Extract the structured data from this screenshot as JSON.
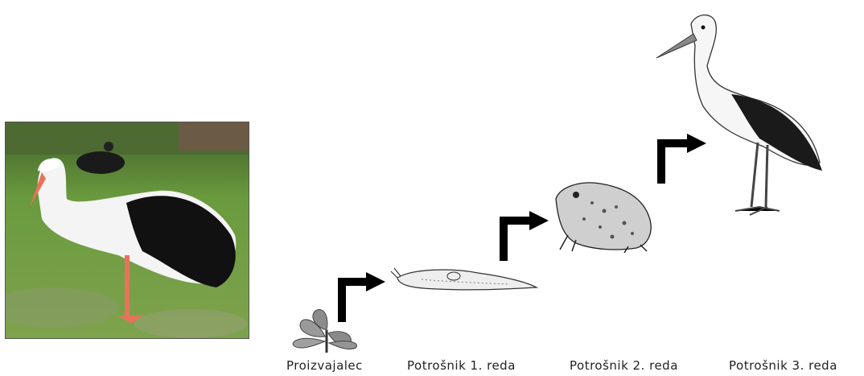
{
  "food_chain": {
    "labels": {
      "producer": "Proizvajalec",
      "consumer_1": "Potrošnik 1. reda",
      "consumer_2": "Potrošnik 2. reda",
      "consumer_3": "Potrošnik 3. reda"
    },
    "organisms": [
      "plant",
      "slug",
      "toad",
      "stork"
    ]
  },
  "colors": {
    "arrow": "#000000",
    "grass": "#5f8a3a",
    "beak_legs": "#e8735a"
  }
}
